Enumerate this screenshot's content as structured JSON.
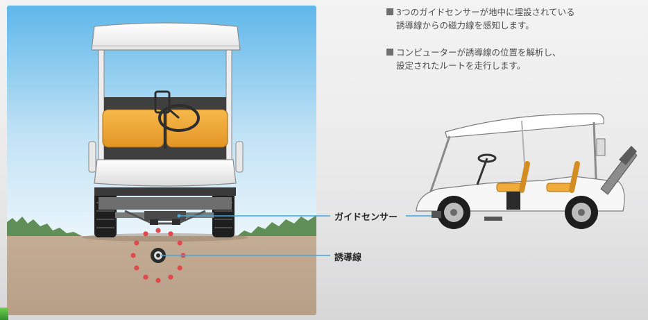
{
  "notes": [
    {
      "line1": "3つのガイドセンサーが地中に埋設されている",
      "line2": "誘導線からの磁力線を感知します。"
    },
    {
      "line1": "コンピューターが誘導線の位置を解析し、",
      "line2": "設定されたルートを走行します。"
    }
  ],
  "labels": {
    "guide_sensor": "ガイドセンサー",
    "induction_wire": "誘導線"
  },
  "colors": {
    "sky": "#8ec9ec",
    "ground": "#c7b39d",
    "seat": "#f0ac3a",
    "connector_line": "#45a7dc",
    "magnetic_dot": "#e04a4a"
  }
}
